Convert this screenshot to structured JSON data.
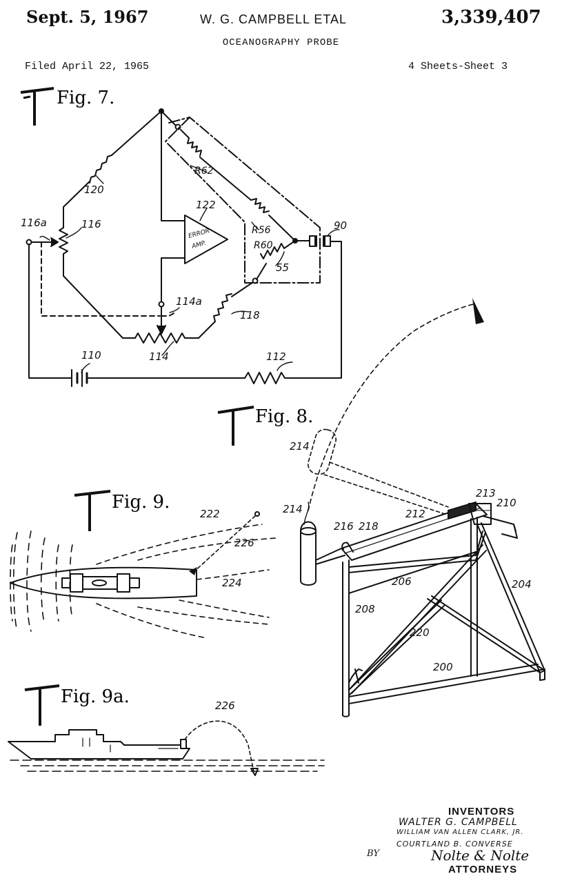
{
  "header": {
    "date": "Sept. 5, 1967",
    "inventor": "W. G. CAMPBELL ETAL",
    "patent_number": "3,339,407",
    "title": "OCEANOGRAPHY PROBE",
    "filed": "Filed April 22, 1965",
    "sheets": "4 Sheets-Sheet 3"
  },
  "figures": {
    "fig7": "Fig. 7.",
    "fig8": "Fig. 8.",
    "fig9": "Fig. 9.",
    "fig9a": "Fig. 9a."
  },
  "labels": {
    "r120": "120",
    "r62": "R62",
    "r122": "122",
    "amp_line1": "ERROR",
    "amp_line2": "AMP.",
    "r116a": "116a",
    "r116": "116",
    "r56": "R56",
    "r60": "R60",
    "r90": "90",
    "r55": "55",
    "r114a": "114a",
    "r118": "118",
    "r114": "114",
    "r110": "110",
    "r112": "112",
    "l214a": "214",
    "l214b": "214",
    "l213": "213",
    "l210": "210",
    "l212": "212",
    "l216": "216",
    "l218": "218",
    "l206": "206",
    "l204": "204",
    "l208": "208",
    "l220": "220",
    "l200": "200",
    "l222": "222",
    "l226": "226",
    "l224": "224",
    "l226b": "226"
  },
  "inventors": {
    "heading": "INVENTORS",
    "name1": "WALTER G. CAMPBELL",
    "name2": "WILLIAM VAN ALLEN CLARK, JR.",
    "name3": "COURTLAND B. CONVERSE",
    "by": "BY",
    "firm_signature": "Nolte & Nolte",
    "attorneys": "ATTORNEYS"
  }
}
